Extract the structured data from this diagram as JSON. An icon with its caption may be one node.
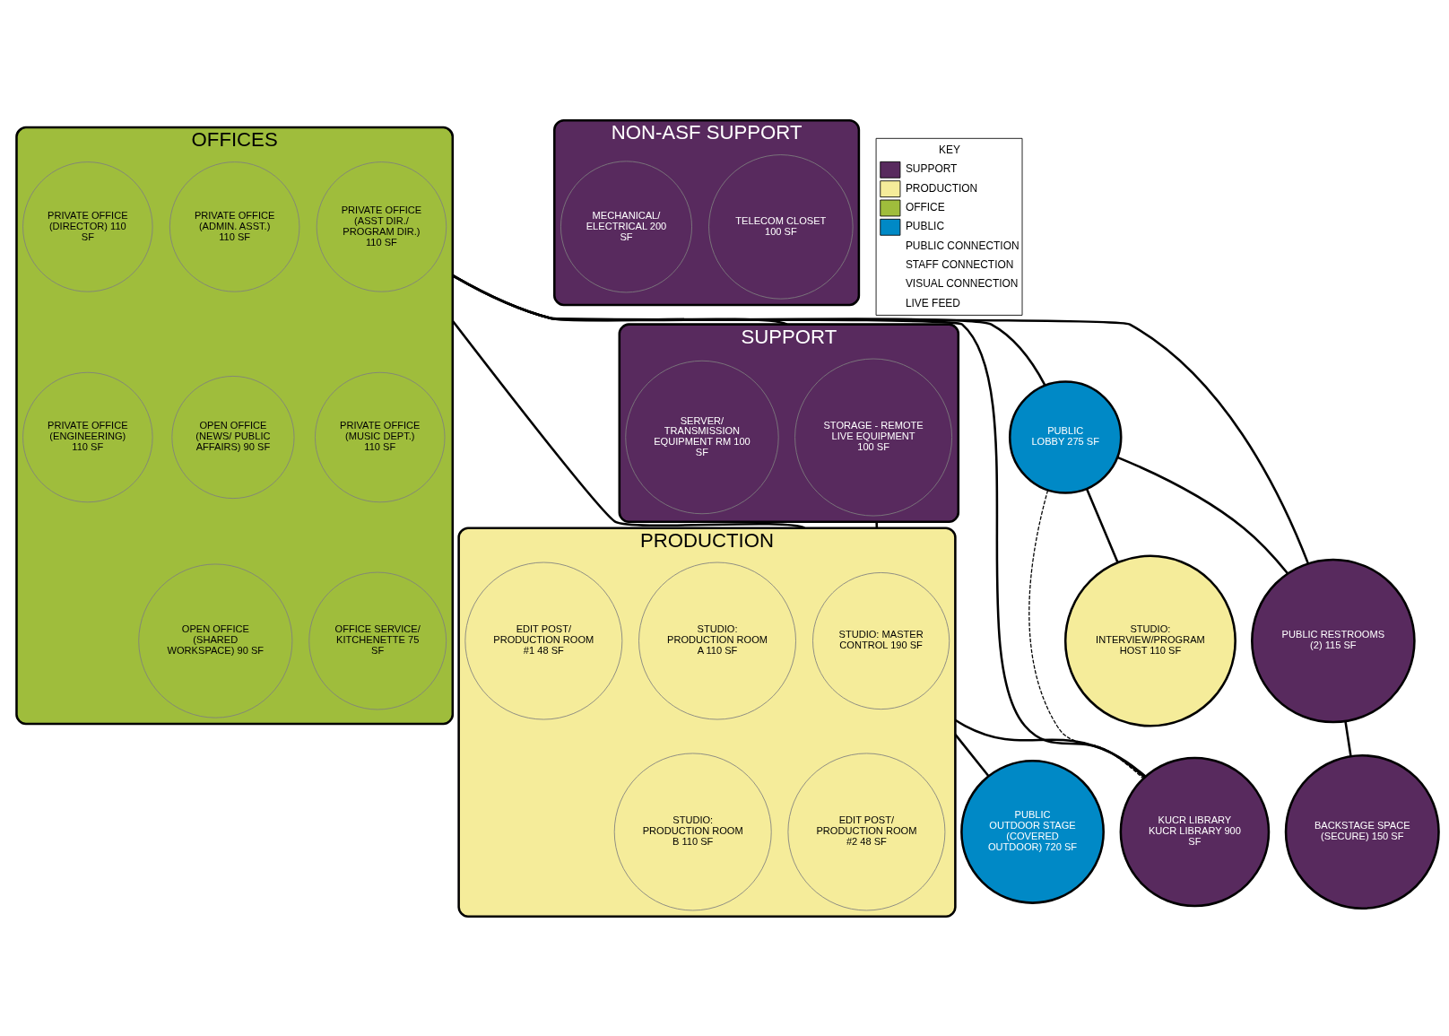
{
  "diagram": {
    "nodes": [
      {
        "text": [
          "OFFICES"
        ]
      },
      {
        "text": [
          "PRIVATE OFFICE (ASST DIR./ PROGRAM DIR.) 110 SF"
        ],
        "in": 0
      },
      {
        "text": [
          "PRIVATE OFFICE (ADMIN. ASST.) 110 SF"
        ],
        "in": 0
      },
      {
        "text": [
          "PRIVATE OFFICE (DIRECTOR) 110 SF"
        ],
        "in": 0
      },
      {
        "text": [
          "PRIVATE OFFICE (MUSIC DEPT.) 110 SF"
        ],
        "in": 0
      },
      {
        "text": [
          "OPEN OFFICE (NEWS/ PUBLIC AFFAIRS) 90 SF"
        ],
        "in": 0
      },
      {
        "text": [
          "PRIVATE OFFICE (ENGINEERING) 110 SF"
        ],
        "in": 0
      },
      {
        "text": [
          "OFFICE SERVICE/ KITCHENETTE 75 SF"
        ],
        "in": 0
      },
      {
        "text": [
          "OPEN OFFICE (SHARED WORKSPACE) 90 SF"
        ],
        "in": 0
      },
      {
        "text": [
          "KUCR LIBRARY",
          "KUCR LIBRARY 900 SF"
        ]
      },
      {
        "text": [
          "PUBLIC",
          "LOBBY 275 SF"
        ]
      },
      {
        "text": [
          "SUPPORT"
        ]
      },
      {
        "text": [
          "STORAGE - REMOTE LIVE EQUIPMENT 100 SF"
        ],
        "in": 11
      },
      {
        "text": [
          "SERVER/ TRANSMISSION EQUIPMENT RM 100 SF"
        ],
        "in": 11
      },
      {
        "text": [
          "PRODUCTION"
        ]
      },
      {
        "text": [
          "STUDIO: MASTER CONTROL 190 SF"
        ],
        "in": 14
      },
      {
        "text": [
          "STUDIO: INTERVIEW/PROGRAM HOST 110 SF"
        ]
      },
      {
        "text": [
          "STUDIO: PRODUCTION ROOM A 110 SF"
        ],
        "in": 14
      },
      {
        "text": [
          "EDIT POST/ PRODUCTION ROOM #1 48 SF"
        ],
        "in": 14
      },
      {
        "text": [
          "EDIT POST/ PRODUCTION ROOM #2 48 SF"
        ],
        "in": 14
      },
      {
        "text": [
          "STUDIO: PRODUCTION ROOM B 110 SF"
        ],
        "in": 14
      },
      {
        "text": [
          "PUBLIC",
          "OUTDOOR STAGE (COVERED OUTDOOR) 720 SF"
        ]
      },
      {
        "text": [
          "NON-ASF SUPPORT"
        ]
      },
      {
        "text": [
          "TELECOM CLOSET 100 SF"
        ],
        "in": 22
      },
      {
        "text": [
          "MECHANICAL/ ELECTRICAL 200 SF"
        ],
        "in": 22
      },
      {
        "text": [
          "PUBLIC RESTROOMS (2) 115 SF"
        ]
      },
      {
        "text": [
          "BACKSTAGE SPACE (SECURE) 150 SF"
        ]
      }
    ],
    "edges": [
      {
        "from": 0,
        "to": 9,
        "arrow": "none"
      },
      {
        "from": 0,
        "to": 10,
        "arrow": "none"
      },
      {
        "from": 0,
        "to": 11,
        "arrow": "none"
      },
      {
        "from": 0,
        "to": 14,
        "arrow": "none"
      },
      {
        "from": 0,
        "to": 25,
        "arrow": "none"
      },
      {
        "from": 11,
        "to": 14,
        "arrow": "none"
      },
      {
        "from": 14,
        "to": 9,
        "arrow": "none"
      },
      {
        "from": 10,
        "to": 9,
        "arrow": "none",
        "style": "dashed"
      },
      {
        "from": 10,
        "to": 16,
        "arrow": "none"
      },
      {
        "from": 10,
        "to": 25,
        "arrow": "none"
      },
      {
        "from": 25,
        "to": 26,
        "arrow": "none"
      },
      {
        "from": 14,
        "to": 21,
        "arrow": "none"
      }
    ],
    "labels": [
      "KEY"
    ],
    "legend": [
      {
        "text": "SUPPORT",
        "color": "#582a5e"
      },
      {
        "text": "PRODUCTION",
        "color": "#f5ec9a"
      },
      {
        "text": "OFFICE",
        "color": "#9fbd3c"
      },
      {
        "text": "PUBLIC",
        "color": "#0089c6"
      },
      {
        "text": "PUBLIC CONNECTION"
      },
      {
        "text": "STAFF CONNECTION"
      },
      {
        "text": "VISUAL CONNECTION"
      },
      {
        "text": "LIVE FEED"
      }
    ]
  }
}
